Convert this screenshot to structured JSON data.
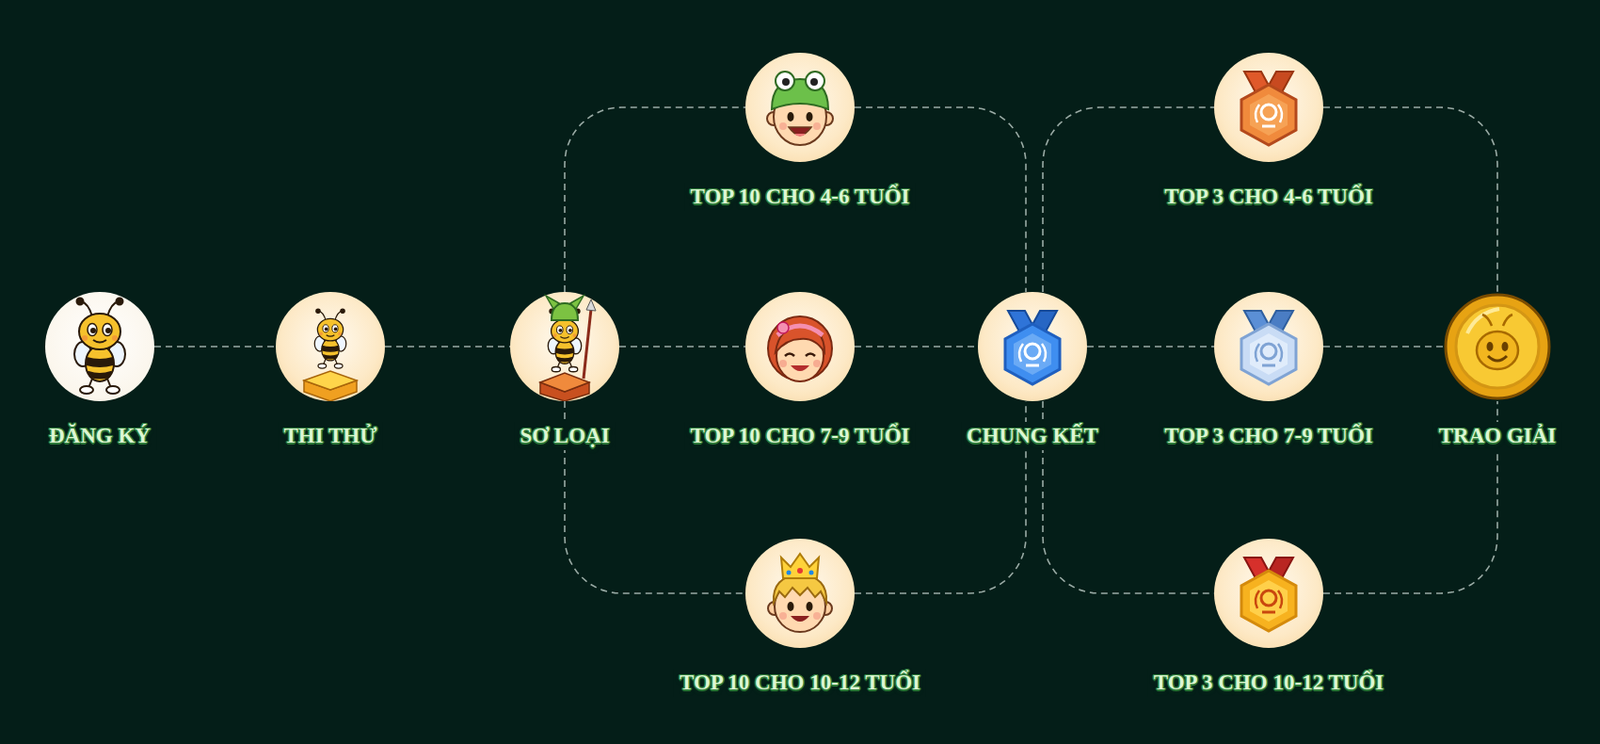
{
  "diagram": {
    "nodes": [
      {
        "text": [
          "ĐĂNG KÝ"
        ]
      },
      {
        "text": [
          "THI THỬ"
        ]
      },
      {
        "text": [
          "SƠ LOẠI"
        ]
      },
      {
        "text": [
          "TOP 10 CHO 4-6 TUỔI"
        ]
      },
      {
        "text": [
          "TOP 10 CHO 7-9 TUỔI"
        ]
      },
      {
        "text": [
          "TOP 10 CHO 10-12 TUỔI"
        ]
      },
      {
        "text": [
          "CHUNG KẾT"
        ]
      },
      {
        "text": [
          "TOP 3 CHO 4-6 TUỔI"
        ]
      },
      {
        "text": [
          "TOP 3 CHO 7-9 TUỔI"
        ]
      },
      {
        "text": [
          "TOP 3 CHO 10-12 TUỔI"
        ]
      },
      {
        "text": [
          "TRAO GIẢI"
        ]
      }
    ],
    "edges": [
      {
        "from": 0,
        "to": 1,
        "arrow": "none"
      },
      {
        "from": 1,
        "to": 2,
        "arrow": "none"
      },
      {
        "from": 2,
        "to": 3,
        "arrow": "none"
      },
      {
        "from": 2,
        "to": 4,
        "arrow": "none"
      },
      {
        "from": 2,
        "to": 5,
        "arrow": "none"
      },
      {
        "from": 3,
        "to": 6,
        "arrow": "none"
      },
      {
        "from": 4,
        "to": 6,
        "arrow": "none"
      },
      {
        "from": 5,
        "to": 6,
        "arrow": "none"
      },
      {
        "from": 6,
        "to": 7,
        "arrow": "none"
      },
      {
        "from": 6,
        "to": 8,
        "arrow": "none"
      },
      {
        "from": 6,
        "to": 9,
        "arrow": "none"
      },
      {
        "from": 7,
        "to": 10,
        "arrow": "none"
      },
      {
        "from": 8,
        "to": 10,
        "arrow": "none"
      },
      {
        "from": 9,
        "to": 10,
        "arrow": "none"
      }
    ]
  }
}
